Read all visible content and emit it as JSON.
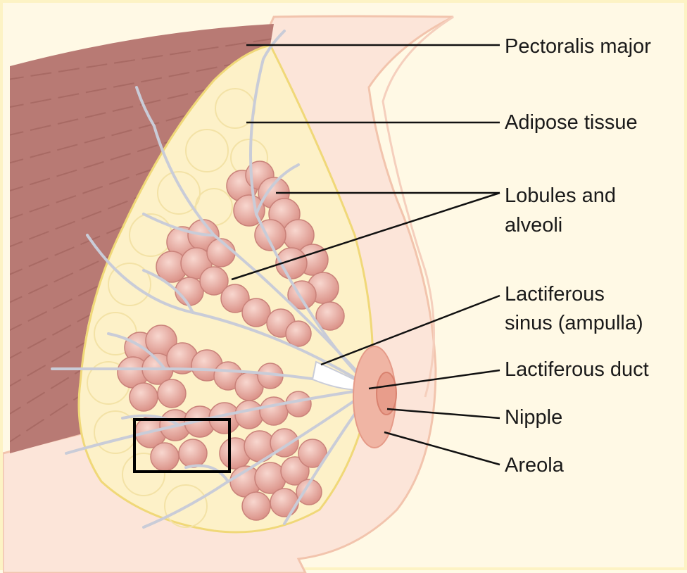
{
  "labels": {
    "pectoralis_major": "Pectoralis major",
    "adipose_tissue": "Adipose tissue",
    "lobules_line1": "Lobules and",
    "lobules_line2": "alveoli",
    "sinus_line1": "Lactiferous",
    "sinus_line2": "sinus (ampulla)",
    "lactiferous_duct": "Lactiferous duct",
    "nipple": "Nipple",
    "areola": "Areola"
  },
  "colors": {
    "background": "#fff9e5",
    "skin": "#fce5d9",
    "skin_outline": "#f2c4ad",
    "muscle": "#b87a74",
    "muscle_stripe": "#9c5e58",
    "fat": "#fdf1c8",
    "fat_outline": "#f0d878",
    "lobule": "#e7a9a0",
    "lobule_highlight": "#f6d1c9",
    "duct": "#c9ccd8",
    "leader": "#111111"
  },
  "icons": [
    "breast-anatomy-illustration",
    "magnification-box"
  ]
}
